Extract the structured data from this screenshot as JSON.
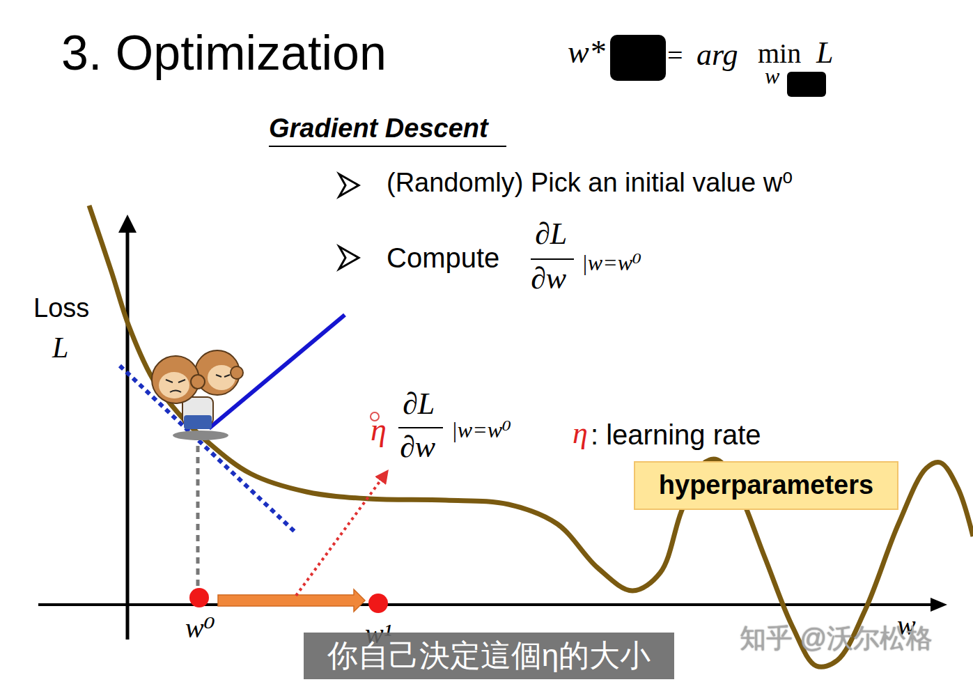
{
  "diagram": {
    "title": "3. Optimization",
    "nodes": [
      {
        "text": [
          "hyperparameters"
        ]
      },
      {
        "text": [
          "你自己決定這個η的大小"
        ]
      }
    ],
    "labels": [
      "w*",
      "=",
      "arg",
      "min",
      "w",
      "L",
      "Gradient Descent",
      "(Randomly) Pick an initial value w⁰",
      "Compute",
      "∂L",
      "∂w",
      "|w=w⁰",
      "Loss",
      "L",
      "η",
      "∂L",
      "∂w",
      "|w=w⁰",
      "η",
      ": learning rate",
      "w⁰",
      "w¹",
      "w",
      "知乎 @沃尔松格"
    ]
  }
}
